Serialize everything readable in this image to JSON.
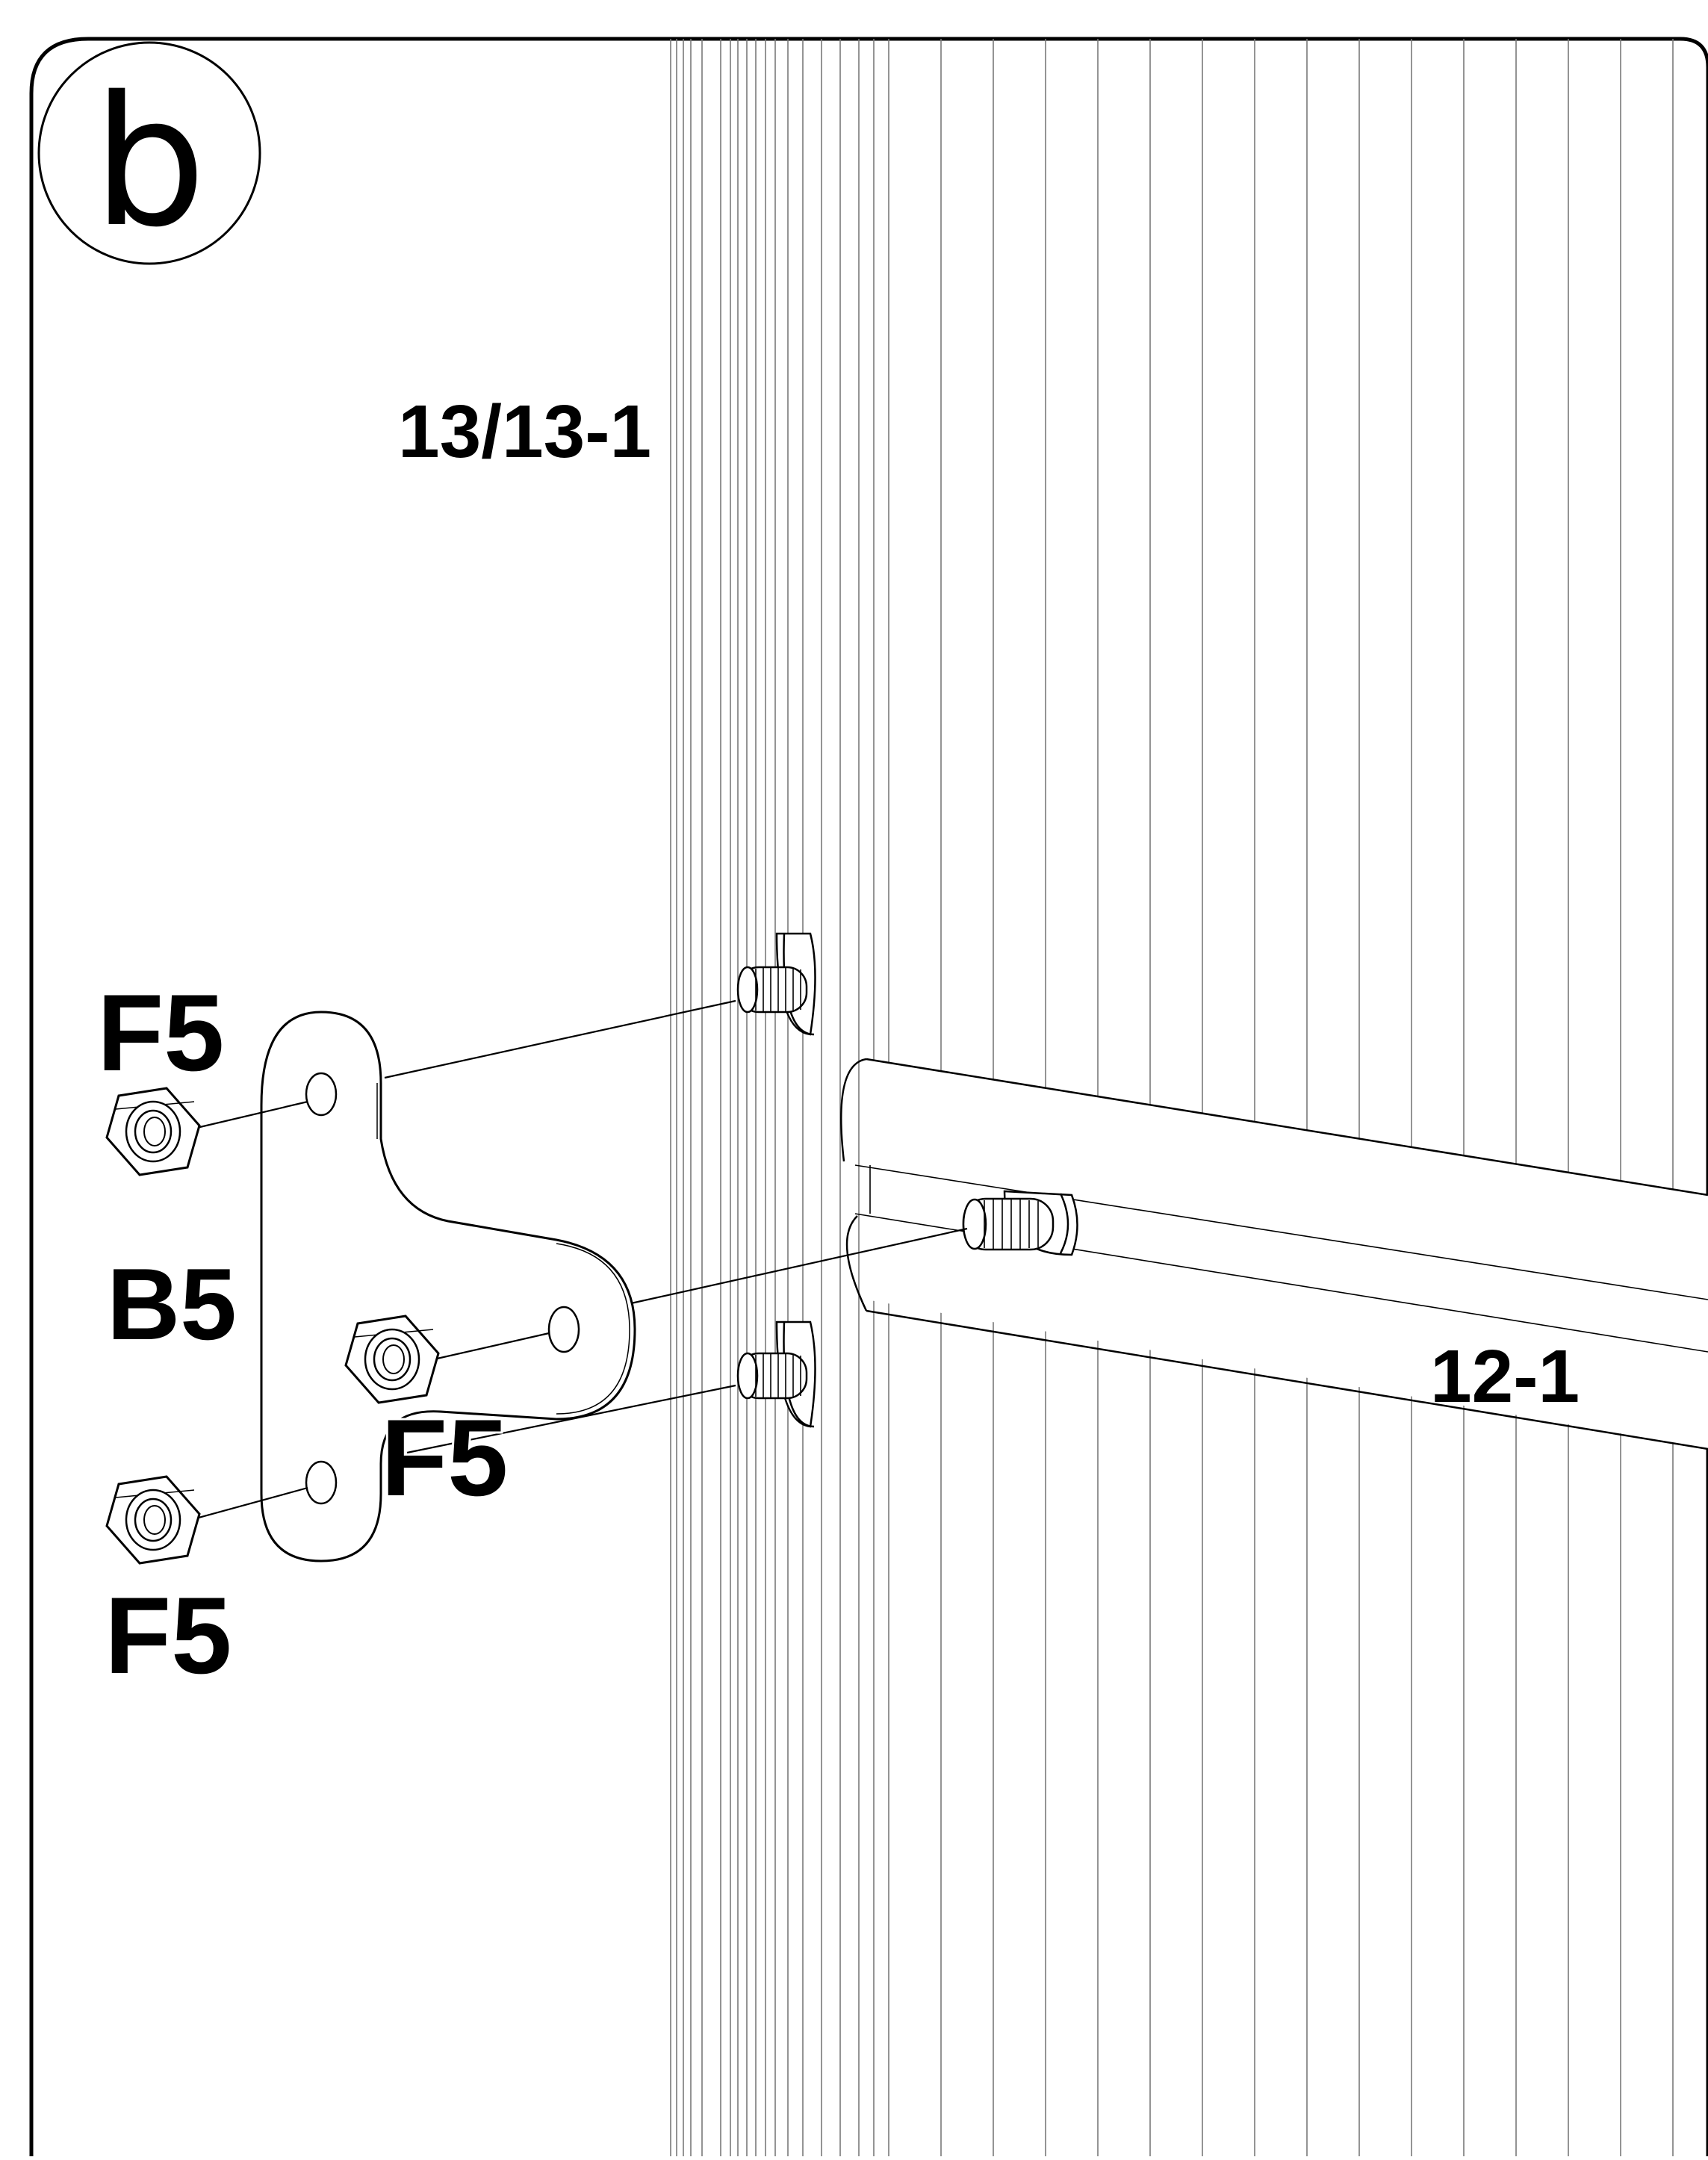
{
  "step": {
    "letter": "b"
  },
  "labels": {
    "panel_part": "13/13-1",
    "rail_part": "12-1",
    "bracket": "B5",
    "nut_top": "F5",
    "nut_middle": "F5",
    "nut_bottom": "F5"
  },
  "colors": {
    "line": "#000000",
    "background": "#ffffff",
    "panel_line": "#6a6a6a"
  }
}
